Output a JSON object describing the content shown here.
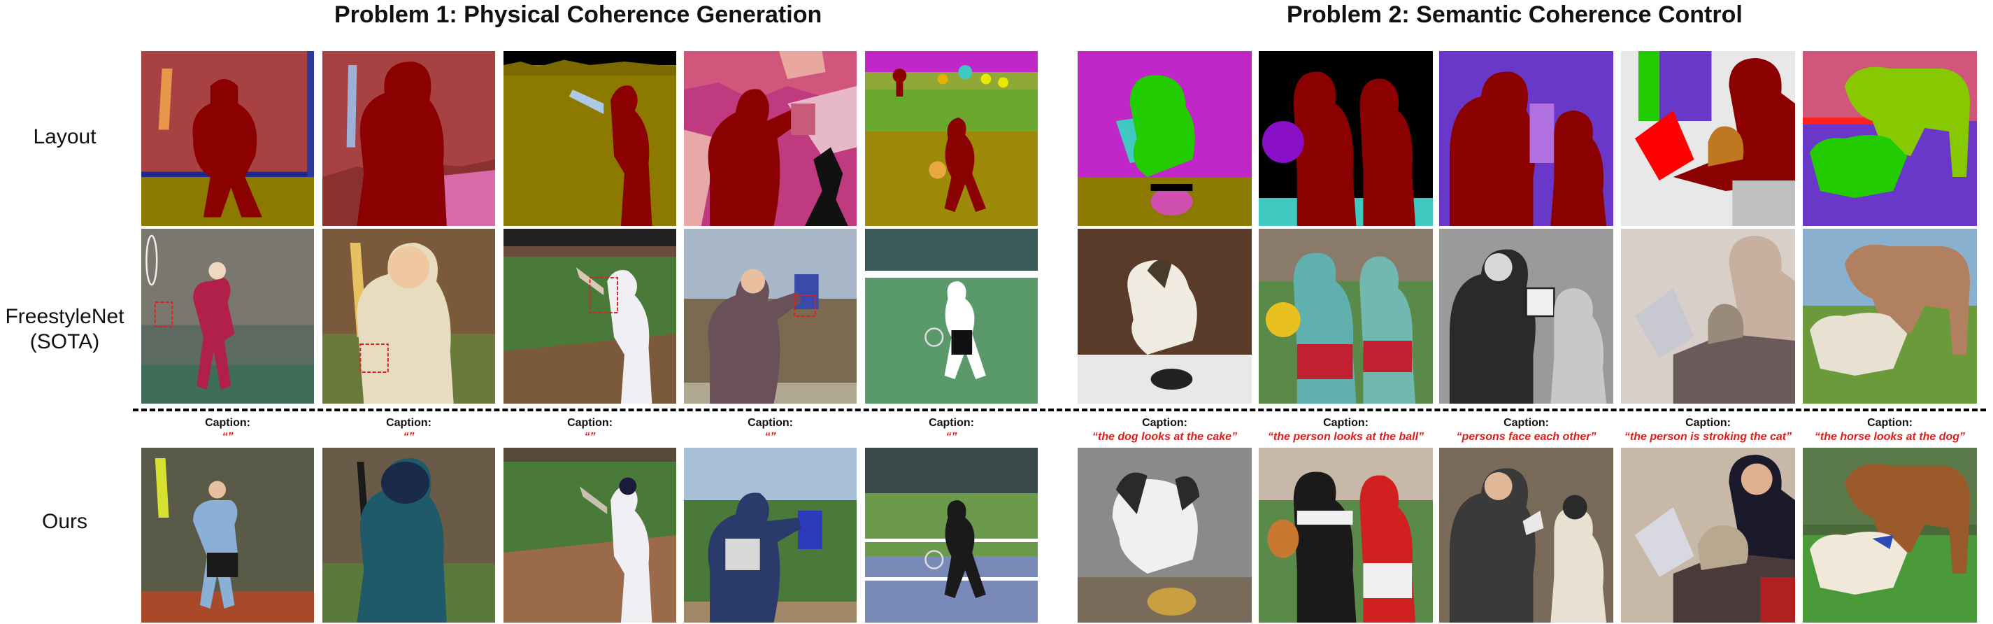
{
  "headers": {
    "problem1": "Problem 1: Physical Coherence Generation",
    "problem2": "Problem 2: Semantic Coherence Control"
  },
  "row_labels": {
    "layout": "Layout",
    "freestylenet": "FreestyleNet\n(SOTA)",
    "ours": "Ours"
  },
  "caption_label": "Caption:",
  "problem1_captions": [
    "“”",
    "“”",
    "“”",
    "“”",
    "“”"
  ],
  "problem2_captions": [
    "“the dog looks at the cake”",
    "“the person looks at the ball”",
    "“persons face each other”",
    "“the person is stroking the cat”",
    "“the horse looks at the dog”"
  ],
  "colors": {
    "caption_quote": "#e01b1b",
    "layout_subject": "#8b0000",
    "layout_red_bg": "#a84242",
    "layout_olive": "#8c7a00",
    "layout_magenta": "#c026c8",
    "layout_green": "#22cc00",
    "layout_teal": "#40c9c0",
    "layout_purple": "#6a38c8",
    "layout_pink": "#d0577b"
  }
}
